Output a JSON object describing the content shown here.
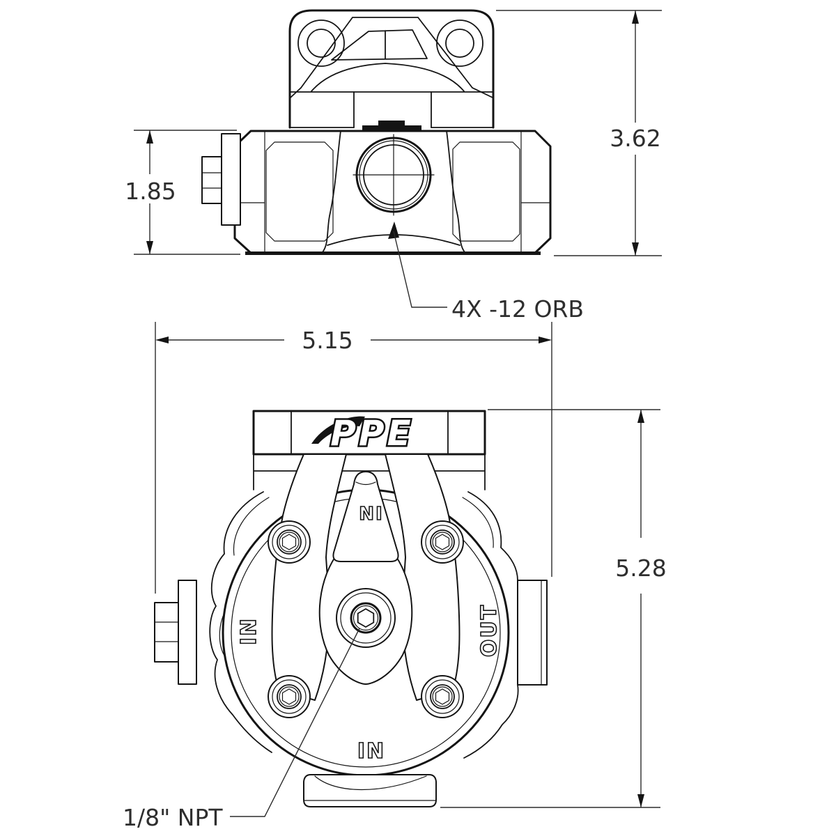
{
  "drawing": {
    "logo": "PPE",
    "view_side": "side-elevation-view",
    "view_front": "front-face-view"
  },
  "dimensions": {
    "overall_height": "3.62",
    "body_height": "1.85",
    "overall_width": "5.15",
    "front_height": "5.28"
  },
  "annotations": {
    "port_thread": "4X -12 ORB",
    "drain_thread": "1/8\" NPT"
  },
  "port_labels": {
    "top": "IN",
    "left": "IN",
    "right": "OUT",
    "bottom": "IN"
  },
  "colors": {
    "line": "#141414",
    "dim_text": "#2e2e2e",
    "background": "#ffffff"
  }
}
